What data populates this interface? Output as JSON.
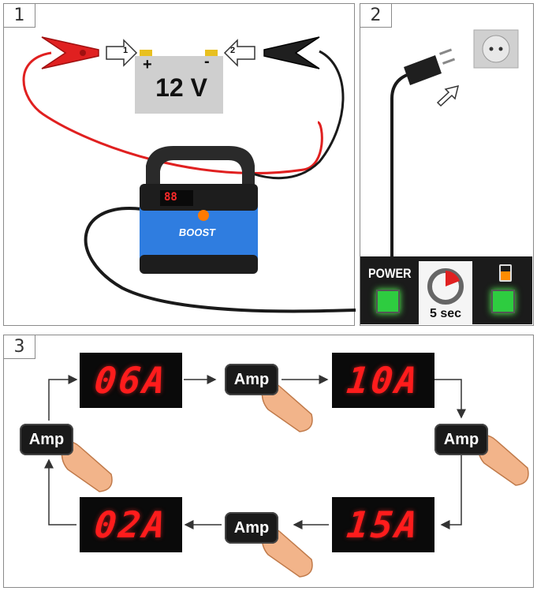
{
  "panels": [
    {
      "number": "1"
    },
    {
      "number": "2"
    },
    {
      "number": "3"
    }
  ],
  "battery": {
    "voltage": "12 V",
    "plus": "+",
    "minus": "-"
  },
  "steps": {
    "arrow1": "1",
    "arrow2": "2"
  },
  "charger": {
    "brand": "BOOST",
    "display": "88"
  },
  "indicators": {
    "power_label": "POWER",
    "timer_label": "5 sec",
    "power_color": "#2ecc40",
    "battery_color": "#2ecc40"
  },
  "cycle": {
    "displays": [
      "06A",
      "10A",
      "15A",
      "02A"
    ],
    "button_label": "Amp"
  },
  "colors": {
    "red_cable": "#e02020",
    "black_cable": "#1a1a1a",
    "charger_blue": "#2f7de0",
    "lcd_red": "#ff1c1c"
  }
}
